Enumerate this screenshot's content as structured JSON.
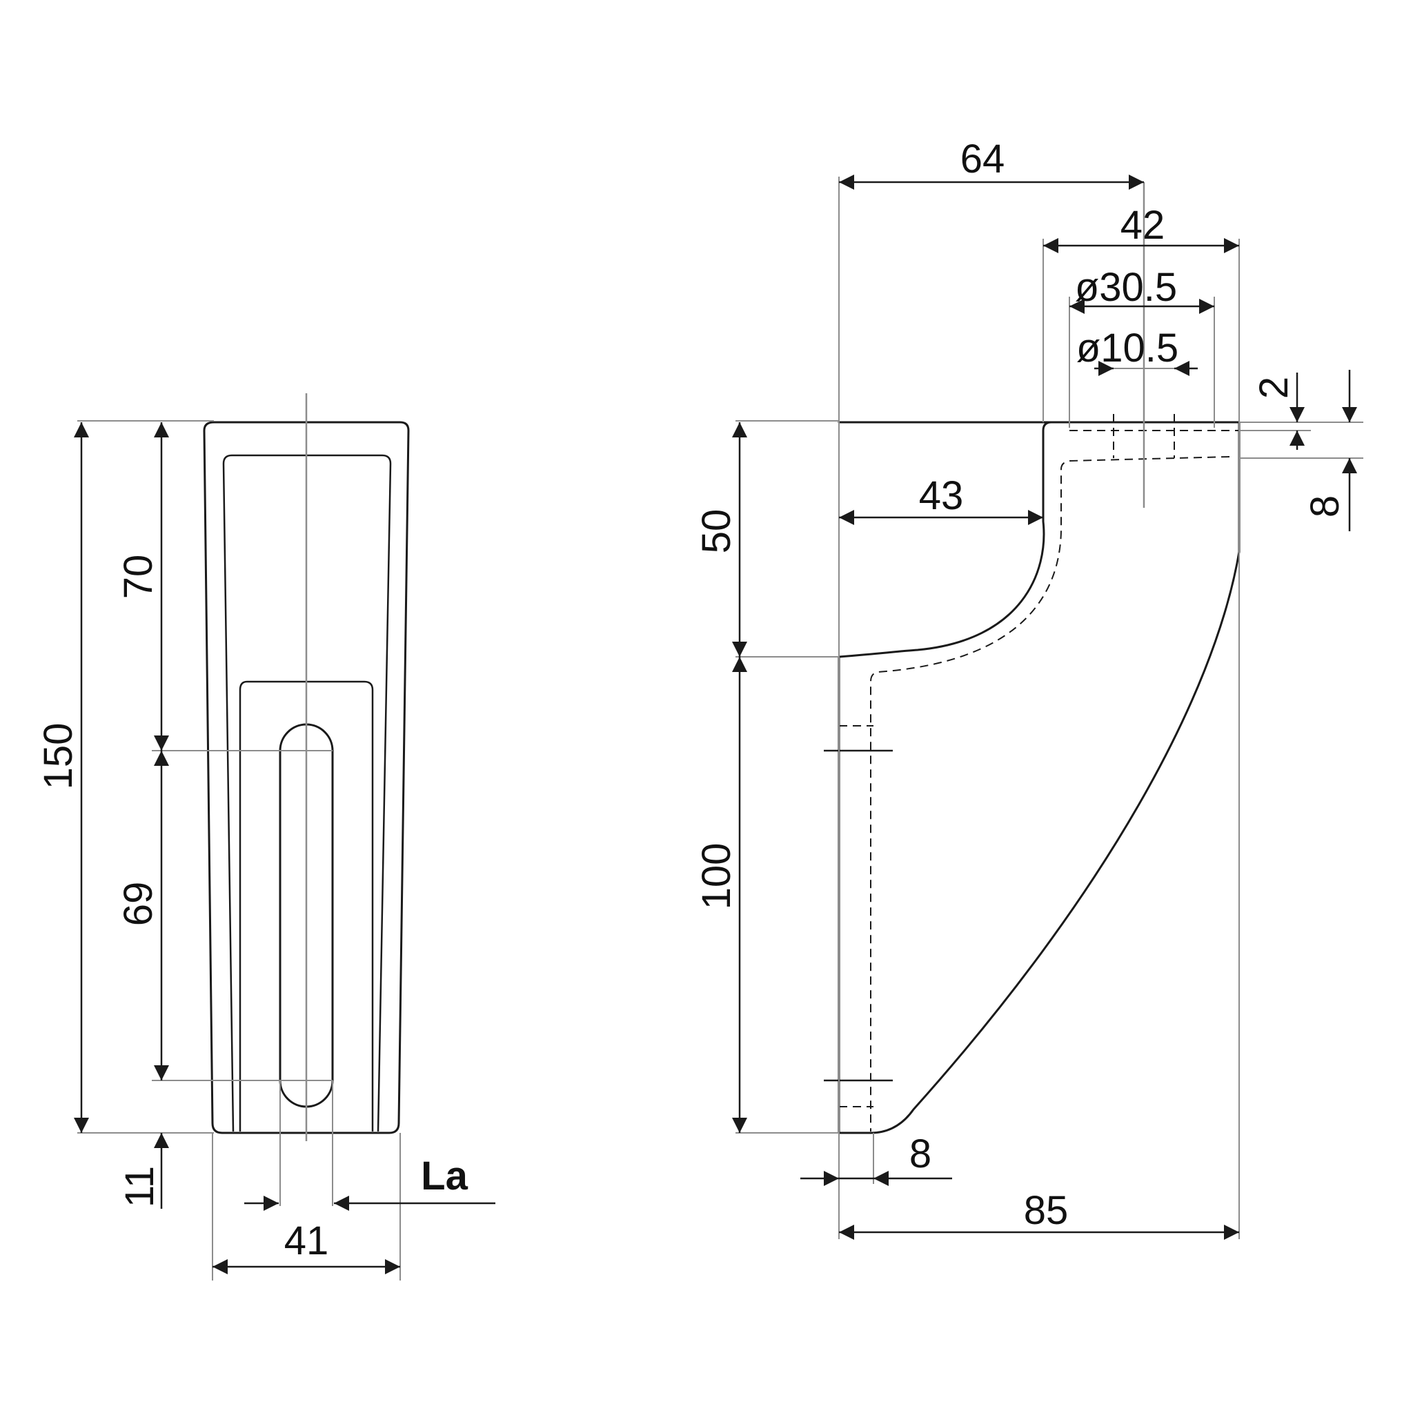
{
  "front_view": {
    "dim_total_height": "150",
    "dim_upper": "70",
    "dim_slot": "69",
    "dim_lower": "11",
    "dim_width": "41",
    "label_la": "La"
  },
  "side_view": {
    "dim_64": "64",
    "dim_42": "42",
    "dim_d30": "ø30.5",
    "dim_d10": "ø10.5",
    "dim_2": "2",
    "dim_8_top": "8",
    "dim_43": "43",
    "dim_50": "50",
    "dim_100": "100",
    "dim_8_bottom": "8",
    "dim_85": "85"
  },
  "colors": {
    "fill": "#ecedec",
    "line": "#1a1a1a",
    "thin": "#8c8c8c"
  }
}
